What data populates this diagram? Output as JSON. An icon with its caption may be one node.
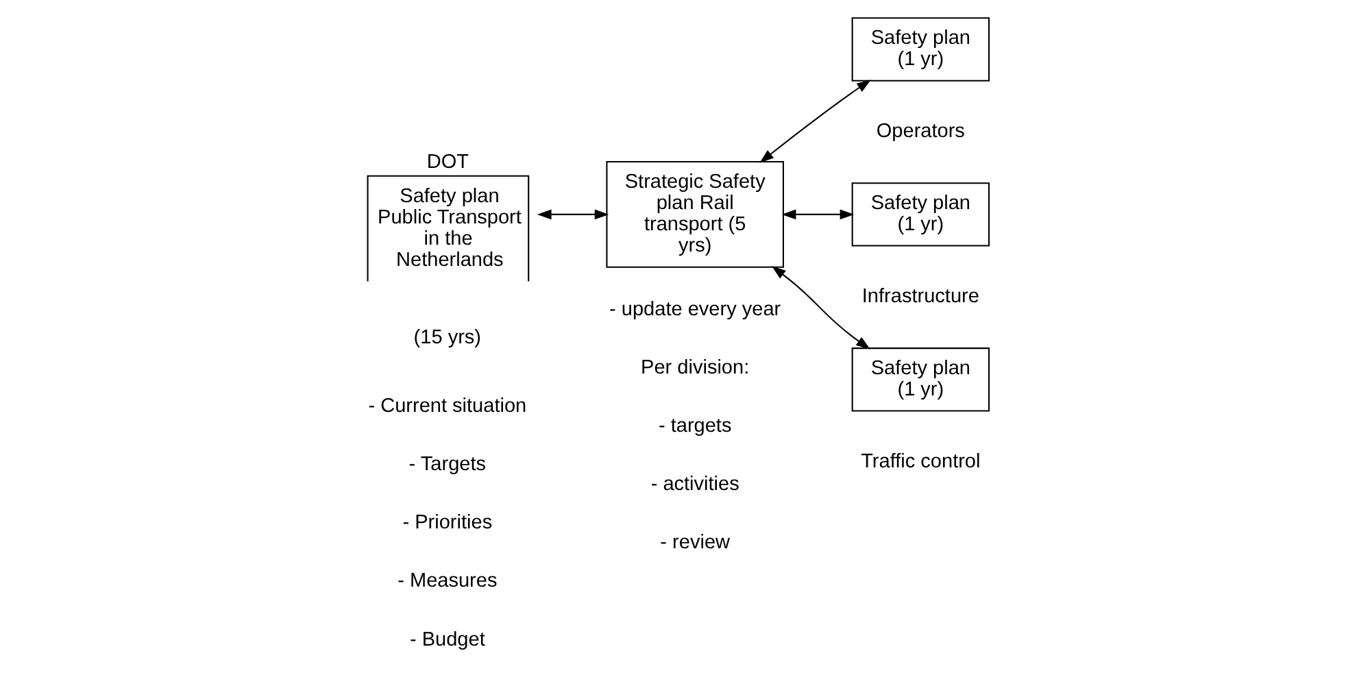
{
  "diagram": {
    "nodes": [
      {
        "text": [
          "DOT",
          "Safety plan Public Transport in the Netherlands"
        ],
        "beside": [
          "(15 yrs)"
        ]
      },
      {
        "text": [
          "Strategic Safety plan Rail transport (5 yrs)"
        ]
      },
      {
        "text": [
          "Safety plan (1 yr)"
        ],
        "beside": [
          "Operators"
        ]
      },
      {
        "text": [
          "Safety plan (1 yr)"
        ],
        "beside": [
          "Infrastructure"
        ]
      },
      {
        "text": [
          "Safety plan (1 yr)"
        ],
        "beside": [
          "Traffic control"
        ]
      }
    ],
    "edges": [
      {
        "from": 0,
        "to": 1,
        "arrow": "both"
      },
      {
        "from": 1,
        "to": 2,
        "arrow": "both"
      },
      {
        "from": 1,
        "to": 3,
        "arrow": "both"
      },
      {
        "from": 1,
        "to": 4,
        "arrow": "both"
      }
    ],
    "labels": [
      "- Current situation",
      "- Targets",
      "- Priorities",
      "- Measures",
      "- Budget",
      "- update every year",
      "Per division:",
      "- targets",
      "- activities",
      "- review"
    ]
  }
}
